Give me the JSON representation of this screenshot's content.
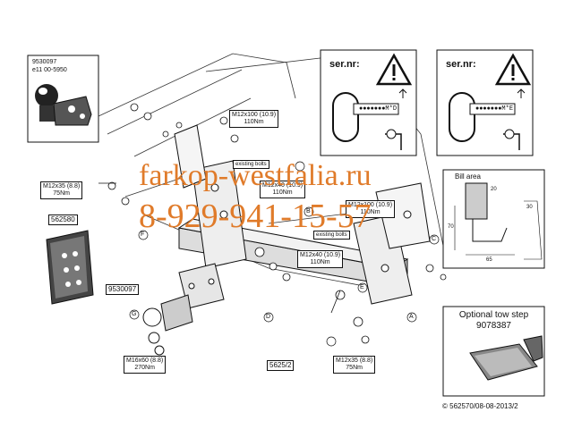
{
  "part_box": {
    "part_no": "9530097",
    "approval": "e11 00-5950"
  },
  "part_562580": "562580",
  "label_9530097": "9530097",
  "label_56252": "5625/2",
  "torque_labels": {
    "m12x100_top": {
      "size": "M12x100 (10.9)",
      "torque": "110Nm"
    },
    "m12x35_left": {
      "size": "M12x35 (8.8)",
      "torque": "75Nm"
    },
    "m12x40_mid": {
      "size": "M12x40 (10.9)",
      "torque": "110Nm"
    },
    "m12x100_right": {
      "size": "M12x100 (10.9)",
      "torque": "110Nm"
    },
    "m12x40_lower": {
      "size": "M12x40 (10.9)",
      "torque": "110Nm"
    },
    "m16x60": {
      "size": "M16x60 (8.8)",
      "torque": "270Nm"
    },
    "m12x35_bottom": {
      "size": "M12x35 (8.8)",
      "torque": "75Nm"
    }
  },
  "existing_bolts": [
    "existing bolts",
    "existing bolts"
  ],
  "letters": {
    "a": "A",
    "b": "B",
    "c": "C",
    "d": "D",
    "e": "E",
    "f": "F",
    "g": "G"
  },
  "sernr_panels": [
    {
      "title": "ser.nr:",
      "code_letter": "D"
    },
    {
      "title": "ser.nr:",
      "code_letter": "E"
    }
  ],
  "bill_area": {
    "title": "Bill area",
    "dim1": "20",
    "dim2": "70",
    "dim3": "65",
    "dim4": "30"
  },
  "optional_step": {
    "title": "Optional tow step",
    "part_no": "9078387"
  },
  "watermark": {
    "line1": "farkop-westfalia.ru",
    "line2": "8-929-941-15-57"
  },
  "footer": "© 562570/08-08-2013/2",
  "colors": {
    "line": "#111111",
    "watermark": "#e07b2a",
    "warning_fill": "#ffffff"
  }
}
